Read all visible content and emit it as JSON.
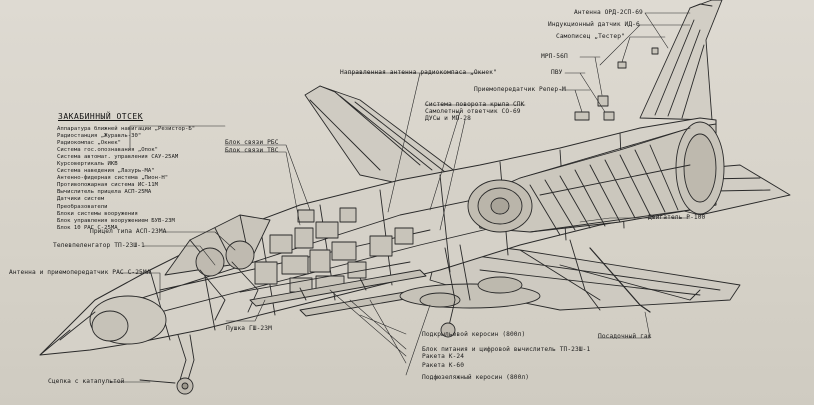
{
  "cabin_section": {
    "title": "ЗАКАБИННЫЙ ОТСЕК",
    "items": [
      "Аппаратура ближней навигации „Резистор-Б\"",
      "Радиостанция „Журавль-30\"",
      "Радиокомпас „Окнек\"",
      "Система гос.опознавания „Опок\"",
      "Система автомат. управления САУ-25АМ",
      "Курсовертикаль ИКВ",
      "Система наведения „Лазурь-МА\"",
      "Антенно-фидерная система „Пион-Н\"",
      "Противопожарная система ИС-11М",
      "Вычислитель прицела АСП-25МА",
      "Датчики систем",
      "Преобразователи",
      "Блоки системы вооружения",
      "Блок управления вооружением БУВ-23М",
      "Блок 10 РАС С-25МА"
    ]
  },
  "labels": {
    "antenna_ord": "Антенна ОРД-2СП-69",
    "ind_sensor": "Индукционный датчик ИД-6",
    "recorder": "Самописец „Тестер\"",
    "mrp": "МРП-56П",
    "pvu": "ПВУ",
    "repeater": "Приемопередатчик Репер-М",
    "radiocompass_antenna": "Направленная антенна радиокомпаса „Окнек\"",
    "wing_system": "Система поворота крыла СПК",
    "responder": "Самолетный ответчик СО-69",
    "dus": "ДУСы и МП-28",
    "rbs_block": "Блок связи РБС",
    "tvs_block": "Блок связи ТВС",
    "engine": "Двигатель Р-100",
    "sight": "Прицел типа АСП-23МА",
    "telerangefinder": "Телевпеленгатор ТП-23Ш-1",
    "antenna_ras": "Антенна и приемопередатчик РАС С-25МА",
    "gun": "Пушка ГШ-23М",
    "catapult": "Сцепка с катапультой",
    "wing_tank": "Подкрыльевой керосин (800л)",
    "power_block": "Блок питания и цифровой вычислитель ТП-23Ш-1",
    "k24": "Ракета К-24",
    "k60": "Ракета К-60",
    "fuselage_tank": "Подфюзеляжный керосин (800л)",
    "landing_hook": "Посадочный гак"
  }
}
